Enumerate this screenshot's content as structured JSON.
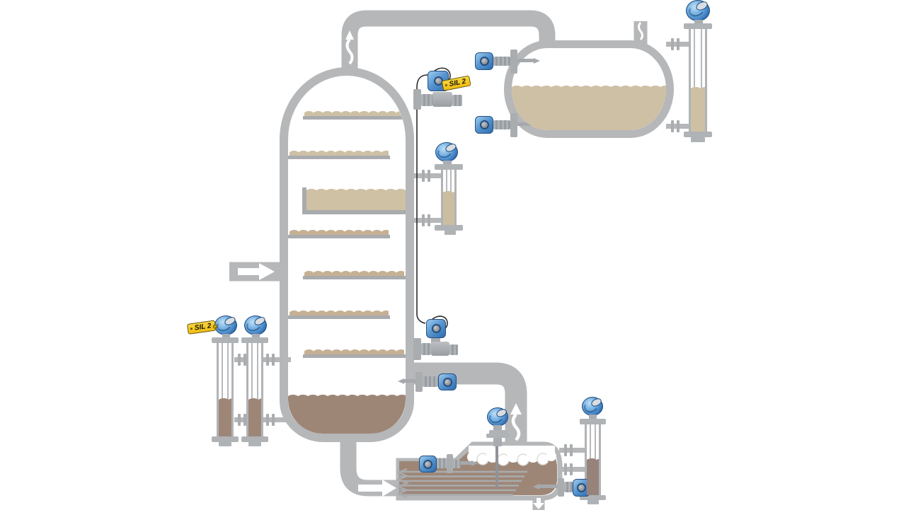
{
  "labels": {
    "sil_tag_top": "SIL 2",
    "sil_tag_left": "SIL 2"
  },
  "colors": {
    "background": "#ffffff",
    "pipe_gray": "#b5b7b9",
    "hardware_gray": "#a9abae",
    "liquid_tan": "#cec0a5",
    "liquid_light_brown": "#c6b094",
    "liquid_brown": "#9e8677",
    "foam_white": "#ffffff",
    "instrument_blue": "#3c7fc4",
    "sil_tag_yellow": "#f2c41f"
  },
  "icons": {
    "flow_in": "flow-arrow-right",
    "flow_bottoms": "flow-arrow-right",
    "vapor_overhead": "squiggle-arrow-up",
    "vapor_return": "squiggle-arrow-up",
    "tank_vent": "steam-squiggle",
    "drain": "flow-arrow-down"
  },
  "equipment": {
    "column": "distillation-column",
    "drum": "horizontal-reflux-drum",
    "reboiler": "kettle-reboiler-heat-exchanger"
  },
  "instruments": [
    {
      "id": "dp-transmitter-top",
      "type": "pressure-transmitter",
      "sil_label": "SIL 2"
    },
    {
      "id": "bypass-level-chamber-column-mid",
      "type": "level-gauge"
    },
    {
      "id": "dp-transmitter-mid",
      "type": "pressure-transmitter"
    },
    {
      "id": "probe-transmitter-column-lower",
      "type": "level-transmitter"
    },
    {
      "id": "bypass-level-chamber-left-1",
      "type": "level-gauge",
      "sil_label": "SIL 2"
    },
    {
      "id": "bypass-level-chamber-left-2",
      "type": "level-gauge"
    },
    {
      "id": "reflux-drum-transmitter-upper",
      "type": "level-transmitter"
    },
    {
      "id": "reflux-drum-transmitter-lower",
      "type": "level-transmitter"
    },
    {
      "id": "reflux-drum-bypass-chamber",
      "type": "level-gauge"
    },
    {
      "id": "reboiler-guided-radar",
      "type": "level-transmitter"
    },
    {
      "id": "reboiler-side-transmitter",
      "type": "level-transmitter"
    },
    {
      "id": "reboiler-bottom-transmitter",
      "type": "level-transmitter"
    },
    {
      "id": "reboiler-bypass-chamber",
      "type": "level-gauge"
    }
  ]
}
